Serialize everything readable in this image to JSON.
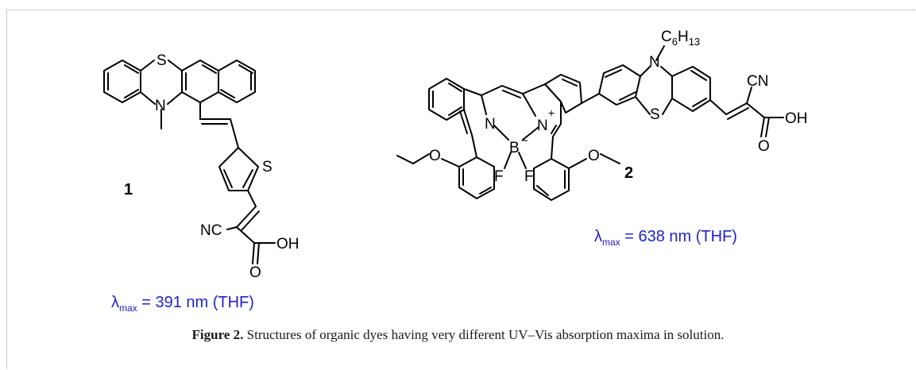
{
  "figure": {
    "caption_label": "Figure 2.",
    "caption_text": " Structures of organic dyes having very different UV–Vis absorption maxima in solution."
  },
  "compound1": {
    "number": "1",
    "lambda_symbol": "λ",
    "lambda_sub": "max",
    "lambda_value": " = 391 nm (THF)",
    "atoms": {
      "S_ring": "S",
      "N_ring": "N",
      "S_thiophene": "S",
      "NC": "NC",
      "OH": "OH",
      "O": "O"
    }
  },
  "compound2": {
    "number": "2",
    "lambda_symbol": "λ",
    "lambda_sub": "max",
    "lambda_value": " = 638 nm (THF)",
    "atoms": {
      "N_left": "N",
      "N_right": "N",
      "plus": "+",
      "B": "B",
      "minus": "−",
      "F1": "F",
      "F2": "F",
      "O_left": "O",
      "O_right": "O",
      "N_top": "N",
      "C6": "C",
      "sub6": "6",
      "H": "H",
      "sub13": "13",
      "S_ring": "S",
      "CN": "CN",
      "OH": "OH",
      "O_acid": "O"
    }
  },
  "colors": {
    "lambda": "#2222cc",
    "bond": "#000000",
    "frame": "#c8c8c8"
  }
}
